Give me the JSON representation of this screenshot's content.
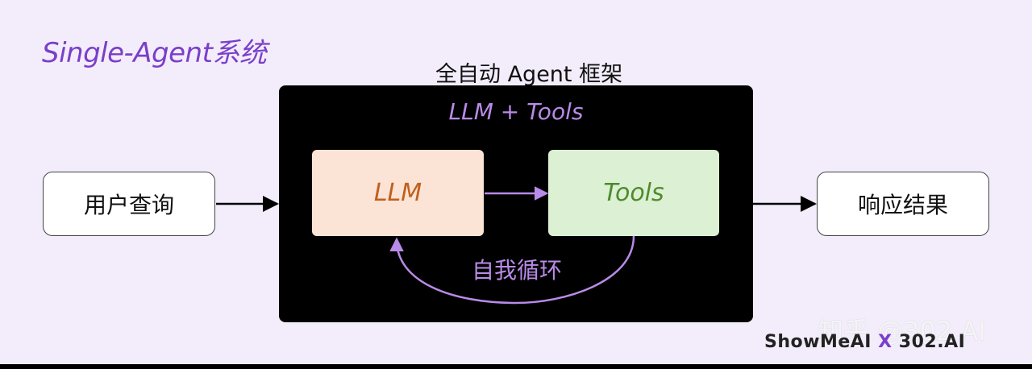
{
  "title": "Single-Agent系统",
  "framework": {
    "label": "全自动 Agent 框架",
    "inner_label": "LLM + Tools"
  },
  "nodes": {
    "user_query": "用户查询",
    "llm": "LLM",
    "tools": "Tools",
    "response": "响应结果"
  },
  "loop_label": "自我循环",
  "watermark": "知乎 @302 AI",
  "brand": {
    "left": "ShowMeAI",
    "x": "X",
    "right": "302.AI"
  },
  "colors": {
    "background": "#f3edfb",
    "title": "#7a3fc9",
    "accent_purple": "#b88be8",
    "llm_fill": "#fbe3d5",
    "llm_text": "#c0601c",
    "tools_fill": "#dcf0d3",
    "tools_text": "#4f8a2d"
  }
}
